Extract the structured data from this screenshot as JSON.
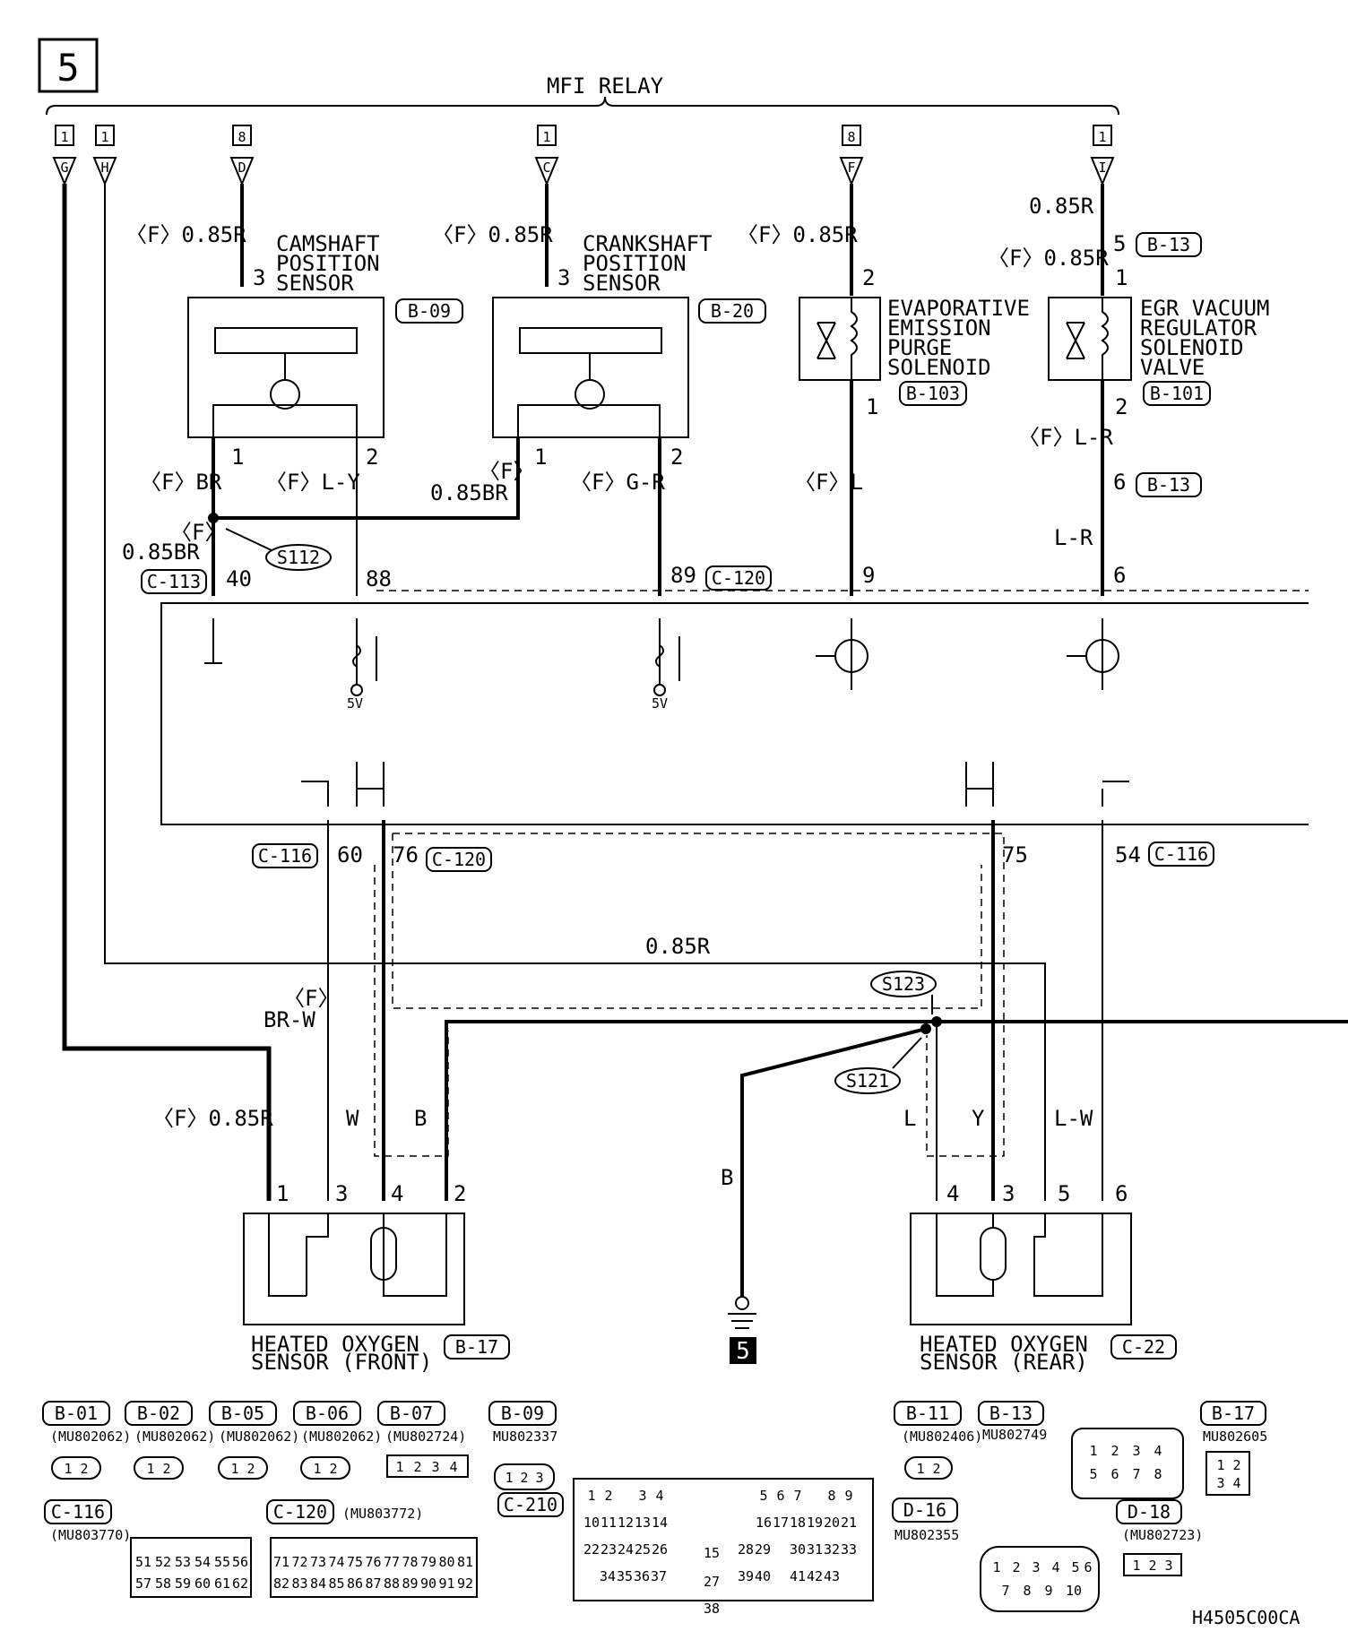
{
  "page_badge": "5",
  "relay": {
    "title": "MFI RELAY"
  },
  "terminals": [
    {
      "num": "1",
      "letter": "G"
    },
    {
      "num": "1",
      "letter": "H"
    },
    {
      "num": "8",
      "letter": "D"
    },
    {
      "num": "1",
      "letter": "C"
    },
    {
      "num": "8",
      "letter": "F"
    },
    {
      "num": "1",
      "letter": "I"
    }
  ],
  "components": {
    "camshaft": {
      "name1": "CAMSHAFT",
      "name2": "POSITION",
      "name3": "SENSOR",
      "connector": "B-09",
      "pin_top": "3",
      "pin_l": "1",
      "pin_r": "2"
    },
    "crankshaft": {
      "name1": "CRANKSHAFT",
      "name2": "POSITION",
      "name3": "SENSOR",
      "connector": "B-20",
      "pin_top": "3",
      "pin_l": "1",
      "pin_r": "2"
    },
    "evap": {
      "name1": "EVAPORATIVE",
      "name2": "EMISSION",
      "name3": "PURGE",
      "name4": "SOLENOID",
      "connector": "B-103",
      "pin_top": "2",
      "pin_bot": "1"
    },
    "egr": {
      "name1": "EGR VACUUM",
      "name2": "REGULATOR",
      "name3": "SOLENOID",
      "name4": "VALVE",
      "connector": "B-101",
      "pin_top": "1",
      "pin_bot": "2"
    },
    "ho2_front": {
      "name1": "HEATED OXYGEN",
      "name2": "SENSOR (FRONT)",
      "connector": "B-17",
      "pins": [
        "1",
        "3",
        "4",
        "2"
      ]
    },
    "ho2_rear": {
      "name1": "HEATED OXYGEN",
      "name2": "SENSOR (REAR)",
      "connector": "C-22",
      "pins": [
        "4",
        "3",
        "5",
        "6"
      ]
    }
  },
  "wires": {
    "cam_pwr": "〈F〉0.85R",
    "crank_pwr": "〈F〉0.85R",
    "evap_pwr": "〈F〉0.85R",
    "egr_pwr_a": "0.85R",
    "egr_pwr_b": "〈F〉0.85R",
    "cam_gnd": "〈F〉BR",
    "cam_sig": "〈F〉L-Y",
    "crank_gnd_a": "〈F〉",
    "crank_gnd_b": "0.85BR",
    "crank_sig": "〈F〉G-R",
    "evap_out": "〈F〉L",
    "egr_out": "〈F〉L-R",
    "egr_out2": "L-R",
    "s112_wire_a": "〈F〉",
    "s112_wire_b": "0.85BR",
    "mid_red": "0.85R",
    "front_brw_a": "〈F〉",
    "front_brw_b": "BR-W",
    "front_pwr": "〈F〉0.85R",
    "front_w": "W",
    "front_b": "B",
    "gnd_b": "B",
    "rear_l": "L",
    "rear_y": "Y",
    "rear_lw": "L-W"
  },
  "pins": {
    "b13_5": "5",
    "b13_6": "6",
    "ecu_40": "40",
    "ecu_88": "88",
    "ecu_89": "89",
    "ecu_9": "9",
    "ecu_6": "6",
    "ecu_60": "60",
    "ecu_76": "76",
    "ecu_75": "75",
    "ecu_54": "54"
  },
  "connectors": {
    "b13": "B-13",
    "c113": "C-113",
    "c120": "C-120",
    "c116": "C-116"
  },
  "splices": {
    "s112": "S112",
    "s123": "S123",
    "s121": "S121"
  },
  "ecu": {
    "v1": "5V",
    "v2": "5V"
  },
  "ground_badge": "5",
  "connector_legend": [
    {
      "id": "B-01",
      "part": "(MU802062)",
      "pins": [
        "1",
        "2"
      ]
    },
    {
      "id": "B-02",
      "part": "(MU802062)",
      "pins": [
        "1",
        "2"
      ]
    },
    {
      "id": "B-05",
      "part": "(MU802062)",
      "pins": [
        "1",
        "2"
      ]
    },
    {
      "id": "B-06",
      "part": "(MU802062)",
      "pins": [
        "1",
        "2"
      ]
    },
    {
      "id": "B-07",
      "part": "(MU802724)",
      "pins": [
        "1",
        "2",
        "3",
        "4"
      ]
    },
    {
      "id": "B-09",
      "part": "MU802337",
      "pins": [
        "1",
        "2",
        "3"
      ]
    },
    {
      "id": "B-11",
      "part": "(MU802406)",
      "pins": [
        "1",
        "2"
      ]
    },
    {
      "id": "B-13",
      "part": "MU802749",
      "pins": [
        "1",
        "2",
        "3",
        "4",
        "5",
        "6",
        "7",
        "8"
      ]
    },
    {
      "id": "B-17",
      "part": "MU802605",
      "pins": [
        "1",
        "2",
        "3",
        "4"
      ]
    },
    {
      "id": "C-116",
      "part": "(MU803770)",
      "pins": [
        "51",
        "52",
        "53",
        "54",
        "55",
        "56",
        "57",
        "58",
        "59",
        "60",
        "61",
        "62"
      ]
    },
    {
      "id": "C-120",
      "part": "(MU803772)",
      "pins": [
        "71",
        "72",
        "73",
        "74",
        "75",
        "76",
        "77",
        "78",
        "79",
        "80",
        "81",
        "82",
        "83",
        "84",
        "85",
        "86",
        "87",
        "88",
        "89",
        "90",
        "91",
        "92"
      ]
    },
    {
      "id": "C-210",
      "part": "",
      "pins": []
    },
    {
      "id": "D-16",
      "part": "MU802355",
      "pins": [
        "1",
        "2",
        "3",
        "4",
        "5",
        "6",
        "7",
        "8",
        "9",
        "10"
      ]
    },
    {
      "id": "D-18",
      "part": "(MU802723)",
      "pins": [
        "1",
        "2",
        "3"
      ]
    }
  ],
  "c210_pins": {
    "row1a": [
      "1",
      "2",
      "",
      "3",
      "4"
    ],
    "row1b": [
      "5",
      "6",
      "7",
      "",
      "8",
      "9"
    ],
    "row2a": [
      "10",
      "11",
      "12",
      "13",
      "14"
    ],
    "mid": "15",
    "row2b": [
      "16",
      "17",
      "18",
      "19",
      "20",
      "21"
    ],
    "row3a": [
      "22",
      "23",
      "24",
      "25",
      "26"
    ],
    "mid2": "27",
    "row3m": [
      "28",
      "29"
    ],
    "row3b": [
      "30",
      "31",
      "32",
      "33"
    ],
    "row4a": [
      "34",
      "35",
      "36",
      "37"
    ],
    "mid3": "38",
    "row4m": [
      "39",
      "40"
    ],
    "row4b": [
      "41",
      "42",
      "43"
    ]
  },
  "drawing_code": "H4505C00CA"
}
